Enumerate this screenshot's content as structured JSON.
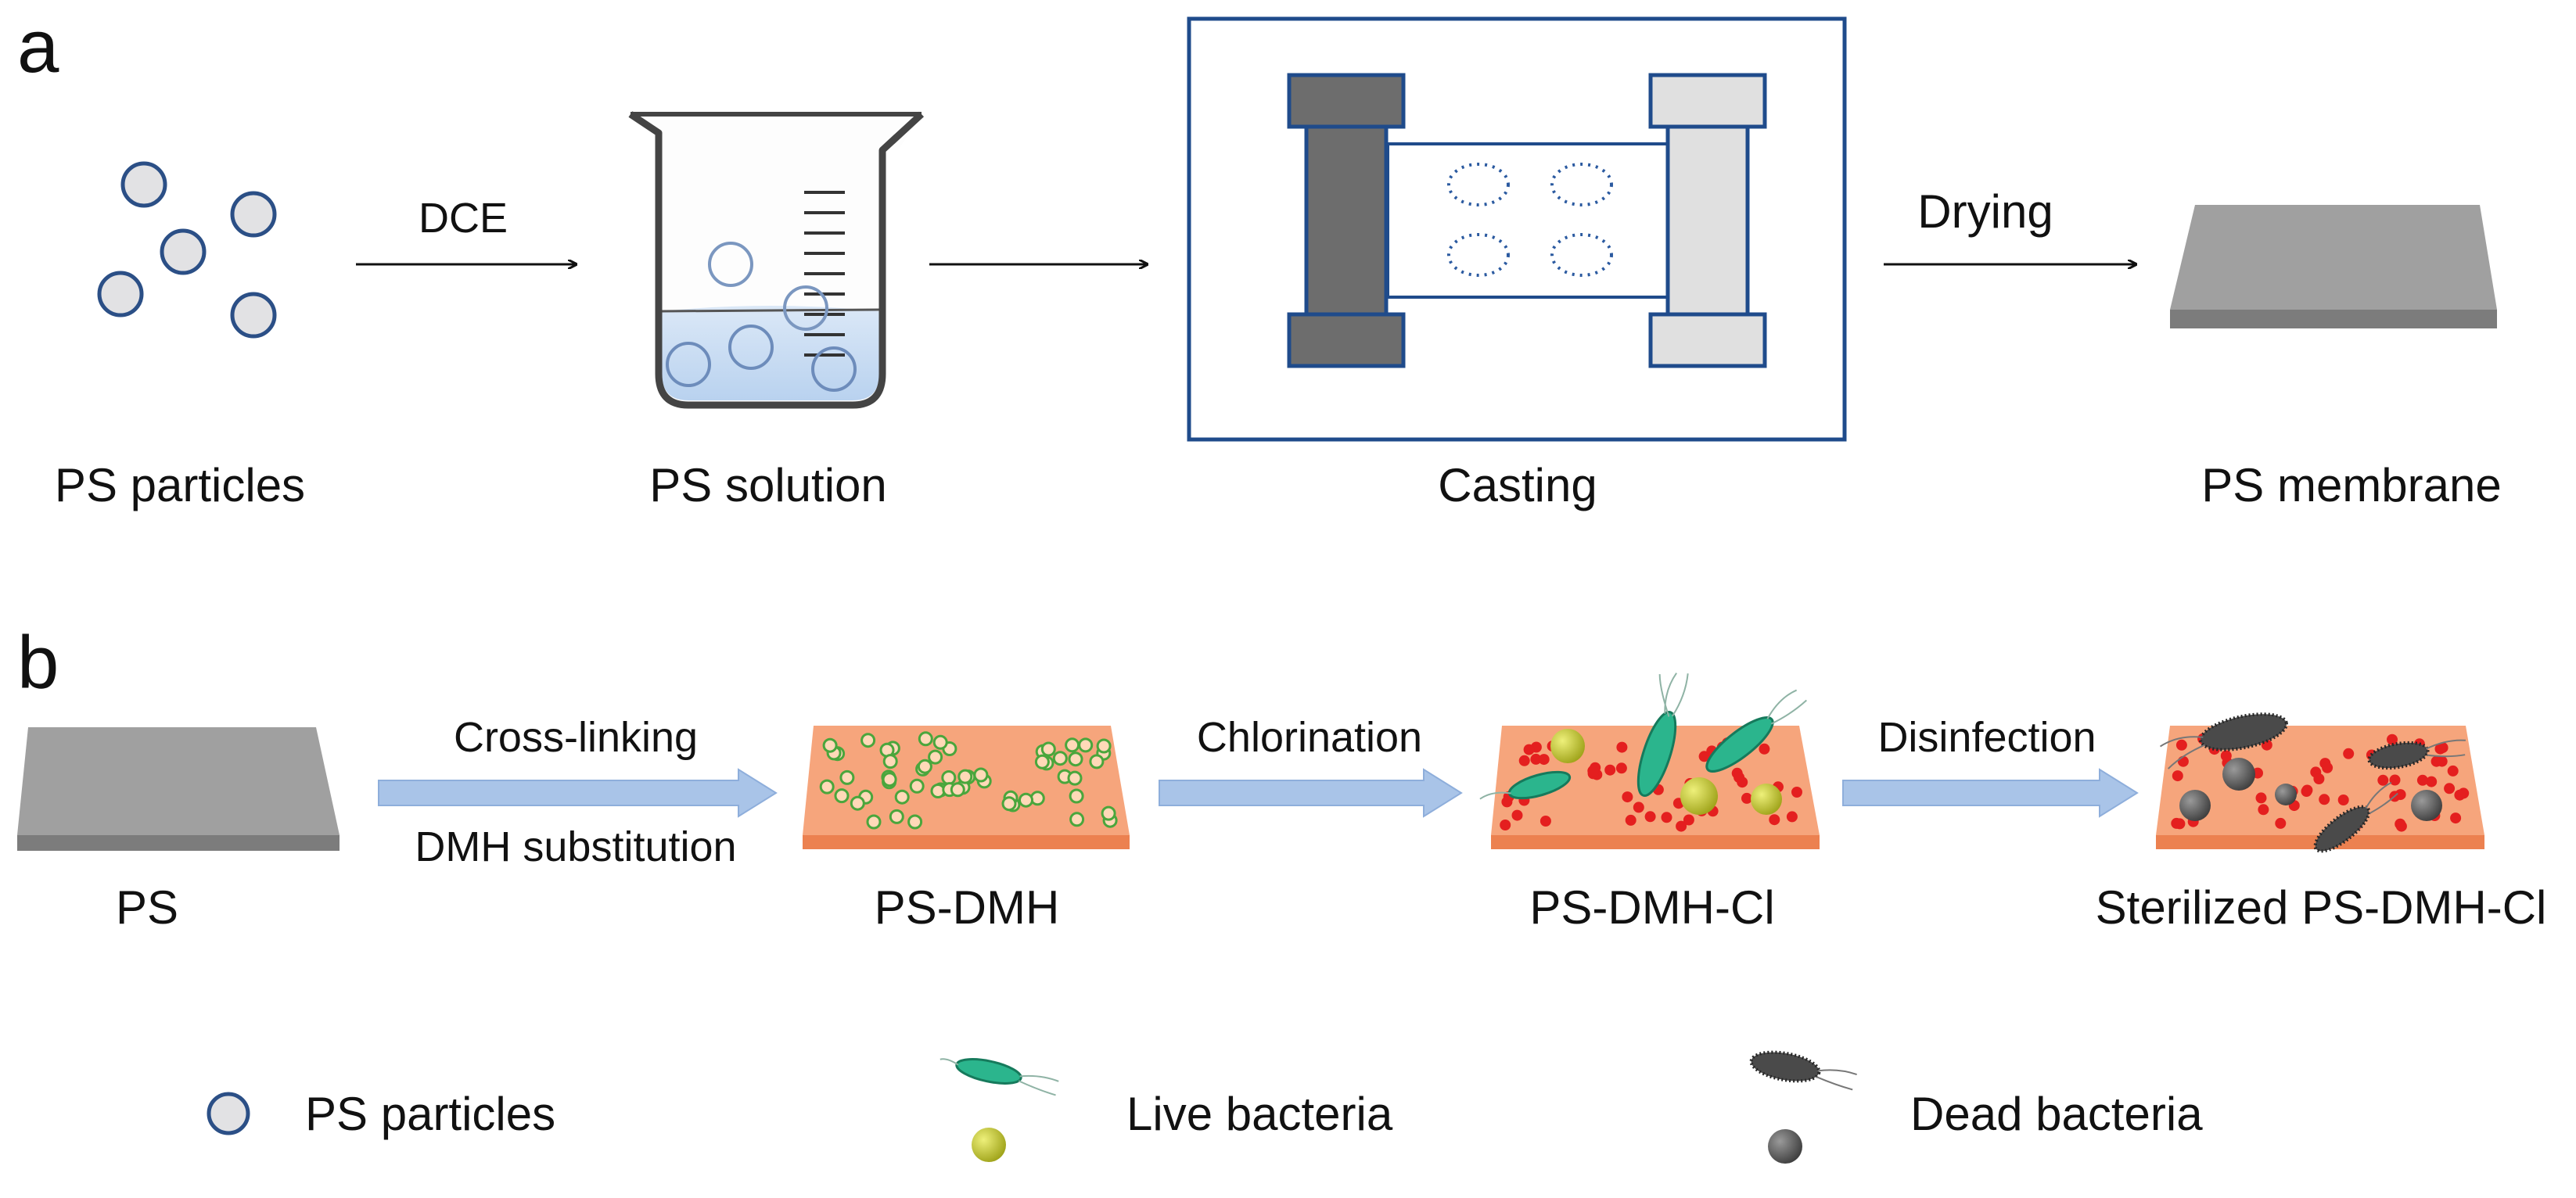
{
  "panel_a": {
    "letter": "a",
    "steps": {
      "particles": "PS particles",
      "solution": "PS solution",
      "casting": "Casting",
      "membrane": "PS membrane"
    },
    "arrows": {
      "dce": "DCE",
      "drying": "Drying"
    }
  },
  "panel_b": {
    "letter": "b",
    "steps": {
      "ps": "PS",
      "ps_dmh": "PS-DMH",
      "ps_dmh_cl": "PS-DMH-Cl",
      "sterilized": "Sterilized PS-DMH-Cl"
    },
    "arrows": {
      "crosslinking": "Cross-linking",
      "dmh_substitution": "DMH substitution",
      "chlorination": "Chlorination",
      "disinfection": "Disinfection"
    }
  },
  "legend": {
    "ps_particles": "PS particles",
    "live_bacteria": "Live bacteria",
    "dead_bacteria": "Dead bacteria"
  },
  "colors": {
    "particle_stroke": "#2b4f86",
    "particle_fill": "#e2e2e4",
    "membrane_top": "#9a9a9a",
    "membrane_side": "#7b7b7b",
    "orange_top": "#f6a57c",
    "orange_side": "#ec8150",
    "green_dot": "#4aa63c",
    "red_dot": "#e41f1f",
    "live_bacteria": "#2bb58d",
    "yellow_sphere": "#c6cb2a",
    "dead_bacteria": "#4a4a4a",
    "process_arrow": "#a9c4e8",
    "frame": "#1f4b8b"
  }
}
